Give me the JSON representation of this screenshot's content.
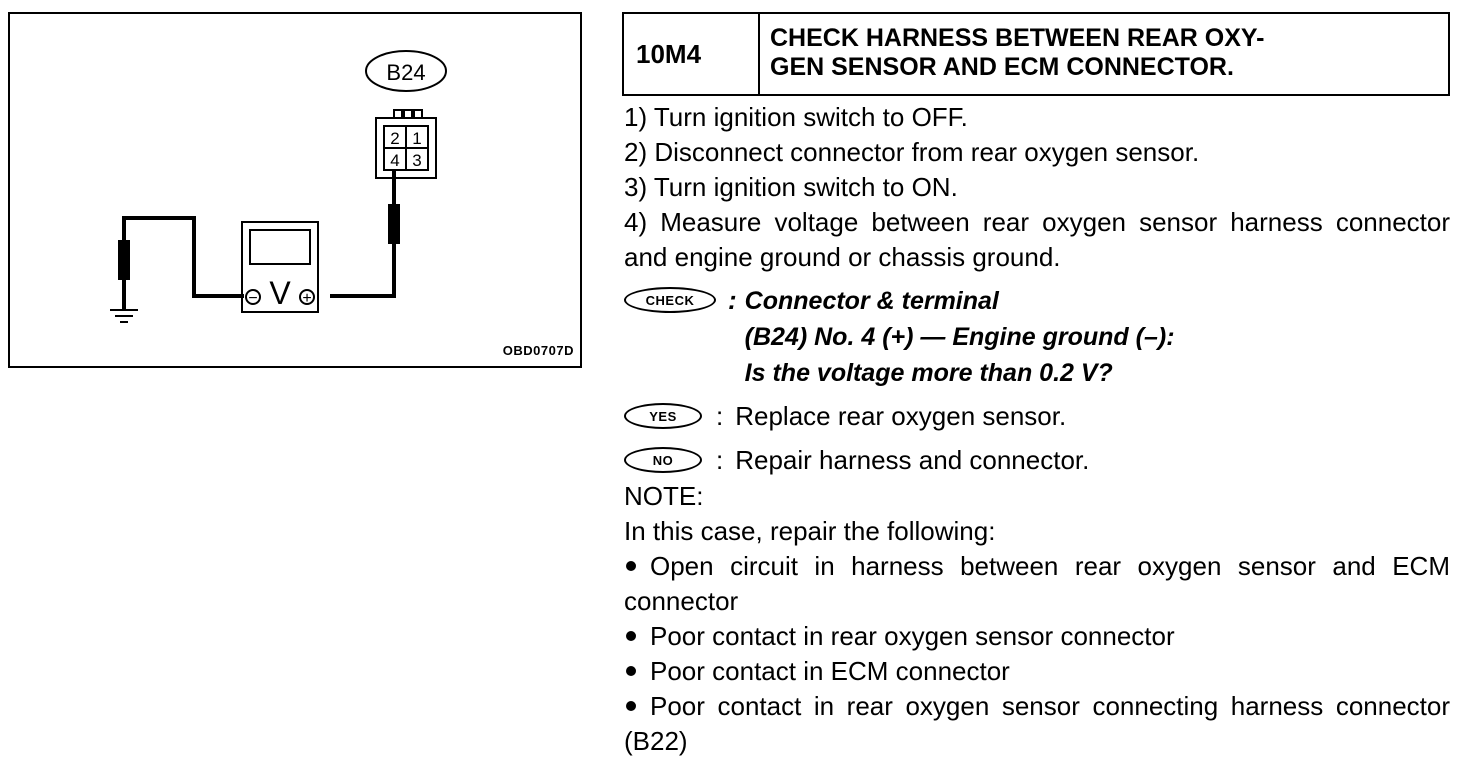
{
  "figure": {
    "connector_label": "B24",
    "pins": [
      "2",
      "1",
      "4",
      "3"
    ],
    "meter_symbol": "V",
    "minus": "−",
    "plus": "+",
    "code": "OBD0707D"
  },
  "step": {
    "id": "10M4",
    "title_line1": "CHECK HARNESS BETWEEN REAR OXY-",
    "title_line2": "GEN SENSOR AND ECM CONNECTOR."
  },
  "instructions": [
    "1) Turn ignition switch to OFF.",
    "2) Disconnect connector from rear oxygen sensor.",
    "3) Turn ignition switch to ON.",
    "4) Measure voltage between rear oxygen sensor harness connector and engine ground or chassis ground."
  ],
  "check": {
    "badge": "CHECK",
    "colon": ":",
    "line1": "Connector & terminal",
    "line2": "(B24) No. 4 (+) — Engine ground (–):",
    "line3": "Is the voltage more than 0.2 V?"
  },
  "yes": {
    "badge": "YES",
    "colon": ":",
    "text": "Replace rear oxygen sensor."
  },
  "no": {
    "badge": "NO",
    "colon": ":",
    "text": "Repair harness and connector."
  },
  "note": {
    "label": "NOTE:",
    "intro": "In this case, repair the following:",
    "items": [
      "Open circuit in harness between rear oxygen sensor and ECM connector",
      "Poor contact in rear oxygen sensor connector",
      "Poor contact in ECM connector",
      "Poor contact in rear oxygen sensor connecting harness connector (B22)"
    ]
  }
}
